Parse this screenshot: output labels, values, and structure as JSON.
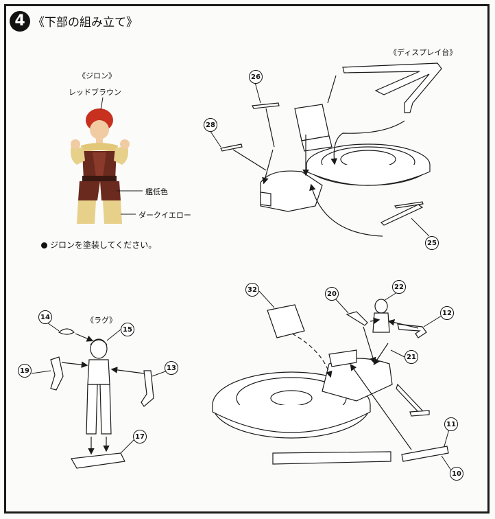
{
  "header": {
    "step_number": "4",
    "title": "《下部の組み立て》"
  },
  "figure_section": {
    "caption": "《ジロン》",
    "color_labels": [
      "レッドブラウン",
      "艦低色",
      "ダークイエロー"
    ],
    "note": "ジロンを塗装してください。"
  },
  "display_section": {
    "caption": "《ディスプレイ台》",
    "part_numbers": [
      "26",
      "28",
      "25"
    ]
  },
  "rag_section": {
    "caption": "《ラグ》",
    "part_numbers": [
      "14",
      "15",
      "19",
      "13",
      "17"
    ]
  },
  "assembly_section": {
    "part_numbers": [
      "32",
      "20",
      "22",
      "12",
      "21",
      "11",
      "10"
    ]
  },
  "colors": {
    "line": "#1a1a1a",
    "hair": "#c8301f",
    "body": "#6b2a1e",
    "yellow": "#e7d08a"
  }
}
